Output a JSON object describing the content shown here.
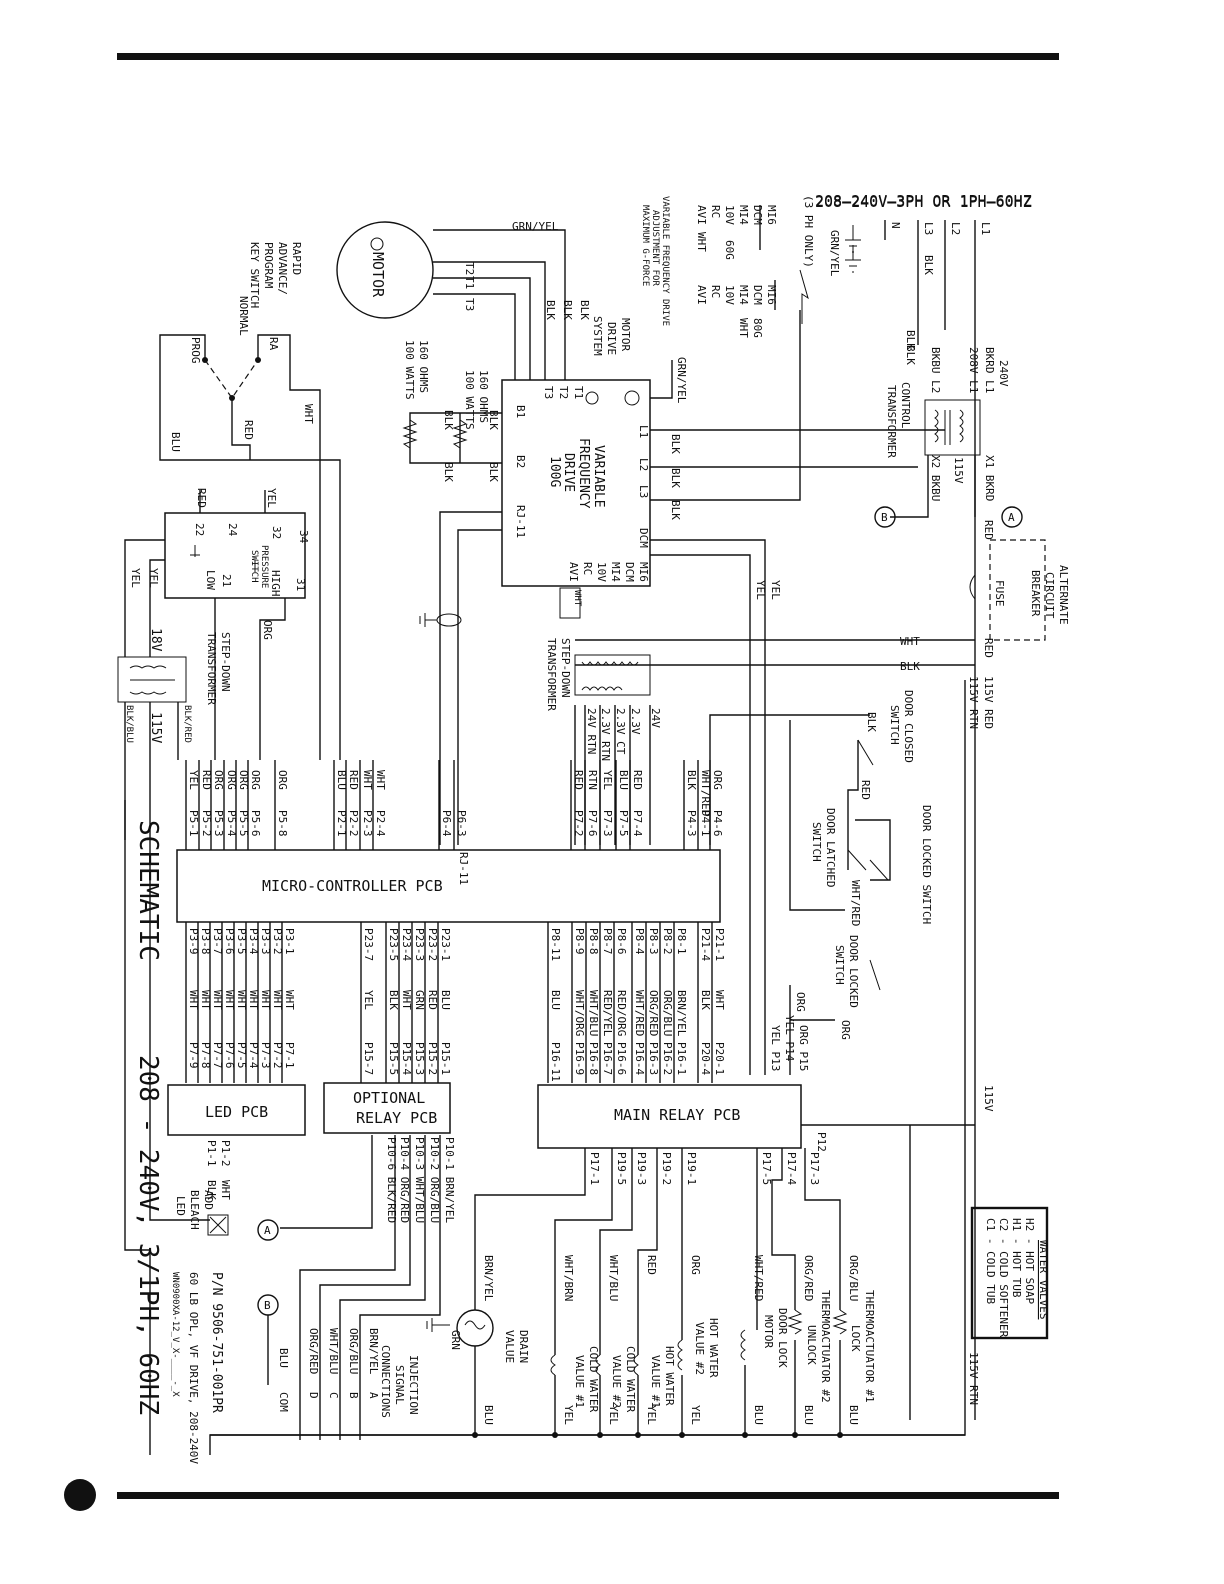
{
  "supply": {
    "title": "208–240V–3PH OR 1PH–60HZ",
    "note": "(3 PH ONLY)",
    "lines": [
      "L1",
      "L2",
      "L3",
      "N"
    ],
    "ground": "GRN/YEL"
  },
  "drive_table": {
    "left": {
      "rows": [
        "MI6",
        "DCM",
        "MI4",
        "10V",
        "RC",
        "AVI"
      ],
      "values": [
        "60G",
        "WHT"
      ]
    },
    "right": {
      "rows": [
        "MI6",
        "DCM",
        "MI4",
        "10V",
        "RC",
        "AVI"
      ],
      "values": [
        "80G",
        "WHT"
      ]
    },
    "note": [
      "VARIABLE FREQUENCY DRIVE",
      "ADJUSTMENT FOR",
      "MAXIMUM G-FORCE"
    ]
  },
  "motor": {
    "label": "MOTOR",
    "terminals": [
      "T2",
      "T1",
      "T3"
    ],
    "system": [
      "MOTOR",
      "DRIVE",
      "SYSTEM"
    ],
    "wire": "GRN/YEL",
    "wires": [
      "BLK",
      "BLK",
      "BLK"
    ]
  },
  "vfd": {
    "label": [
      "VARIABLE",
      "FREQUENCY",
      "DRIVE",
      "100G"
    ],
    "inputs": [
      "L1",
      "L2",
      "L3"
    ],
    "outputs": [
      "T1",
      "T2",
      "T3"
    ],
    "brake": [
      "B1",
      "B2"
    ],
    "rj": "RJ-11",
    "ctrl": [
      "DCM",
      "MI6",
      "DCM",
      "MI4",
      "10V",
      "RC",
      "AVI"
    ],
    "wht": "WHT",
    "ground_wire": "GRN/YEL"
  },
  "resistors": {
    "r1": [
      "160 OHMS",
      "100 WATTS"
    ],
    "r2": [
      "160 OHMS",
      "100 WATTS"
    ],
    "wire": "BLK"
  },
  "control_transformer": {
    "label": [
      "CONTROL",
      "TRANSFORMER"
    ],
    "primary": [
      "240V",
      "BKRD L1",
      "208V L1",
      "BKBU L2"
    ],
    "secondary": [
      "X1 BKRD",
      "115V",
      "X2 BKBU"
    ]
  },
  "breaker": {
    "label": [
      "ALTERNATE",
      "CIRCUIT",
      "BREAKER"
    ],
    "fuse": "FUSE"
  },
  "key_switch": {
    "label": [
      "RAPID",
      "ADVANCE/",
      "PROGRAM",
      "KEY SWITCH"
    ],
    "positions": [
      "PROG",
      "RA",
      "NORMAL"
    ],
    "wires": [
      "WHT",
      "RED",
      "BLU"
    ]
  },
  "pressure_switch": {
    "label": [
      "PRESSURE",
      "SWITCH"
    ],
    "terminals": [
      "22",
      "24",
      "32",
      "34",
      "21",
      "31"
    ],
    "low": "LOW",
    "high": "HIGH",
    "wires": [
      "RED",
      "YEL",
      "ORG"
    ]
  },
  "step_down_1": {
    "label": [
      "STEP-DOWN",
      "TRANSFORMER"
    ],
    "voltages": [
      "18V",
      "115V"
    ],
    "leads": [
      "BLK/RED",
      "BLK/BLU"
    ],
    "wires": [
      "YEL",
      "YEL"
    ]
  },
  "step_down_2": {
    "label": [
      "STEP-DOWN",
      "TRANSFORMER"
    ],
    "taps": [
      "24V",
      "2.3V",
      "2.3V CT",
      "2.3V RTN",
      "24V RTN"
    ]
  },
  "door": {
    "closed": [
      "DOOR CLOSED",
      "SWITCH"
    ],
    "latched": [
      "DOOR LATCHED",
      "SWITCH"
    ],
    "locked_top": "DOOR LOCKED SWITCH",
    "locked_bottom": [
      "DOOR LOCKED",
      "SWITCH"
    ],
    "wires": [
      "BLK",
      "RED",
      "WHT/RED",
      "ORG",
      "ORG"
    ]
  },
  "power_wires": {
    "w1": "WHT",
    "w2": "BLK",
    "red": "115V RED",
    "rtn": "115V RTN",
    "v115": "115V",
    "rtn2": "115V RTN",
    "red2": "RED",
    "bkrd": "BKRD",
    "bkbu": "BKBU",
    "blk": "BLK",
    "yel": "YEL"
  },
  "mcp": {
    "label": "MICRO-CONTROLLER PCB",
    "rj": "RJ-11",
    "top": [
      [
        "YEL",
        "P5-1"
      ],
      [
        "RED",
        "P5-2"
      ],
      [
        "ORG",
        "P5-3"
      ],
      [
        "ORG",
        "P5-4"
      ],
      [
        "ORG",
        "P5-5"
      ],
      [
        "ORG",
        "P5-6"
      ],
      [
        "ORG",
        "P5-8"
      ],
      [
        "BLU",
        "P2-1"
      ],
      [
        "RED",
        "P2-2"
      ],
      [
        "WHT",
        "P2-3"
      ],
      [
        "WHT",
        "P2-4"
      ],
      [
        "",
        "P6-4"
      ],
      [
        "",
        "P6-3"
      ],
      [
        "RED",
        "P7-2"
      ],
      [
        "RTN",
        "P7-6"
      ],
      [
        "YEL",
        "P7-3"
      ],
      [
        "BLU",
        "P7-5"
      ],
      [
        "RED",
        "P7-4"
      ],
      [
        "BLK",
        "P4-3"
      ],
      [
        "WHT/RED",
        "P4-1"
      ],
      [
        "ORG",
        "P4-6"
      ]
    ],
    "bottom": [
      [
        "P3-9",
        "WHT",
        "P7-9"
      ],
      [
        "P3-8",
        "WHT",
        "P7-8"
      ],
      [
        "P3-7",
        "WHT",
        "P7-7"
      ],
      [
        "P3-6",
        "WHT",
        "P7-6"
      ],
      [
        "P3-5",
        "WHT",
        "P7-5"
      ],
      [
        "P3-4",
        "WHT",
        "P7-4"
      ],
      [
        "P3-3",
        "WHT",
        "P7-3"
      ],
      [
        "P3-2",
        "WHT",
        "P7-2"
      ],
      [
        "P3-1",
        "WHT",
        "P7-1"
      ],
      [
        "P23-7",
        "YEL",
        "P15-7"
      ],
      [
        "P23-5",
        "BLK",
        "P15-5"
      ],
      [
        "P23-4",
        "WHT",
        "P15-4"
      ],
      [
        "P23-3",
        "GRN",
        "P15-3"
      ],
      [
        "P23-2",
        "RED",
        "P15-2"
      ],
      [
        "P23-1",
        "BLU",
        "P15-1"
      ],
      [
        "P8-11",
        "BLU",
        "P16-11"
      ],
      [
        "P8-9",
        "WHT/ORG",
        "P16-9"
      ],
      [
        "P8-8",
        "WHT/BLU",
        "P16-8"
      ],
      [
        "P8-7",
        "RED/YEL",
        "P16-7"
      ],
      [
        "P8-6",
        "RED/ORG",
        "P16-6"
      ],
      [
        "P8-4",
        "WHT/RED",
        "P16-4"
      ],
      [
        "P8-3",
        "ORG/RED",
        "P16-3"
      ],
      [
        "P8-2",
        "ORG/BLU",
        "P16-2"
      ],
      [
        "P8-1",
        "BRN/YEL",
        "P16-1"
      ],
      [
        "P21-4",
        "BLK",
        "P20-4"
      ],
      [
        "P21-1",
        "WHT",
        "P20-1"
      ]
    ],
    "extra": [
      "YEL P13",
      "YEL P14",
      "ORG P15"
    ]
  },
  "led_pcb": {
    "label": "LED PCB",
    "pins": [
      "P1-1",
      "P1-2"
    ],
    "wires": [
      "BLK",
      "WHT"
    ],
    "led": [
      "ADD",
      "BLEACH",
      "LED"
    ]
  },
  "optional_relay": {
    "label": [
      "OPTIONAL",
      "RELAY PCB"
    ],
    "pins": [
      "P10-1 BRN/YEL",
      "P10-2 ORG/BLU",
      "P10-3 WHT/BLU",
      "P10-4 ORG/RED",
      "P10-6 BLK/RED"
    ]
  },
  "main_relay": {
    "label": "MAIN RELAY PCB",
    "pins": [
      "P17-1",
      "P19-5",
      "P19-3",
      "P19-2",
      "P19-1",
      "P17-5",
      "P17-4",
      "P17-3"
    ],
    "p12": "P12"
  },
  "loads": {
    "drain": {
      "label": [
        "DRAIN",
        "VALUE"
      ],
      "wires": [
        "BRN/YEL",
        "BLU",
        "GRN"
      ]
    },
    "cold1": {
      "label": [
        "COLD WATER",
        "VALUE #1"
      ],
      "wires": [
        "WHT/BRN",
        "YEL"
      ]
    },
    "cold2": {
      "label": [
        "COLD WATER",
        "VALUE #2"
      ],
      "wires": [
        "WHT/BLU",
        "YEL"
      ]
    },
    "hot1": {
      "label": [
        "HOT WATER",
        "VALUE #1"
      ],
      "wires": [
        "RED",
        "YEL"
      ]
    },
    "hot2": {
      "label": [
        "HOT WATER",
        "VALUE #2"
      ],
      "wires": [
        "ORG",
        "YEL"
      ]
    },
    "door_lock_motor": {
      "label": [
        "DOOR LOCK",
        "MOTOR"
      ],
      "wires": [
        "WHT/RED",
        "BLU"
      ]
    },
    "thermo2": {
      "label": [
        "THERMOACTUATOR #2",
        "UNLOCK"
      ],
      "wires": [
        "ORG/RED",
        "BLU"
      ]
    },
    "thermo1": {
      "label": [
        "THERMOACTUATOR #1",
        "LOCK"
      ],
      "wires": [
        "ORG/BLU",
        "BLU"
      ]
    }
  },
  "injection": {
    "label": [
      "INJECTION",
      "SIGNAL",
      "CONNECTIONS"
    ],
    "wires": [
      "BRN/YEL",
      "ORG/BLU",
      "WHT/BLU",
      "ORG/RED",
      "BLU",
      "ORG/RED"
    ],
    "letters": [
      "A",
      "B",
      "C",
      "D",
      "COM"
    ]
  },
  "refs": [
    "A",
    "B",
    "A",
    "B"
  ],
  "legend": {
    "title": "WATER VALVES",
    "items": [
      "H2 - HOT SOAP",
      "H1 - HOT TUB",
      "C2 - COLD SOFTENER",
      "C1 - COLD TUB"
    ]
  },
  "footer": {
    "title": "SCHEMATIC",
    "voltage": "208 - 240V, 3/1PH, 60HZ",
    "pn": "P/N 9506-751-001PR",
    "desc": "60 LB OPL, VF DRIVE, 208-240V",
    "model": "WN0900XA-12_V_X-____-_X"
  }
}
